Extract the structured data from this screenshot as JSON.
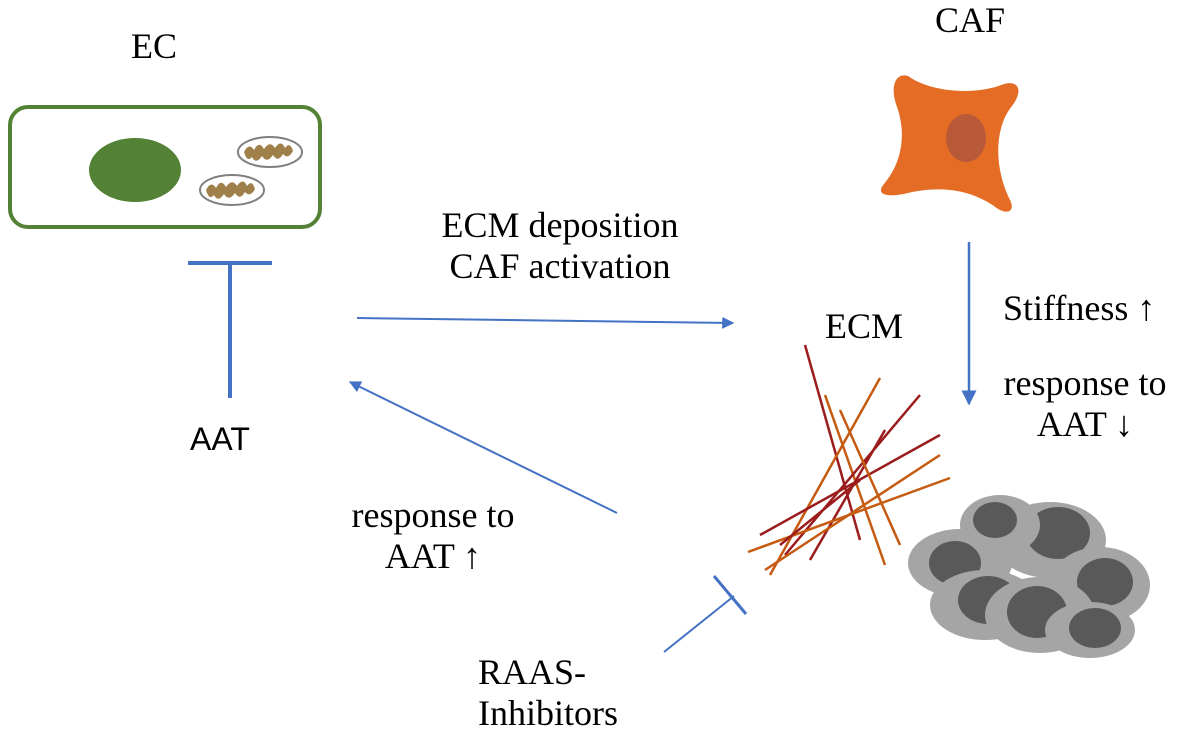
{
  "labels": {
    "ec": "EC",
    "caf": "CAF",
    "ecm": "ECM",
    "aat": "AAT",
    "top_arrow_line1": "ECM deposition",
    "top_arrow_line2": "CAF activation",
    "stiffness": "Stiffness ↑",
    "response_down_line1": "response to",
    "response_down_line2": "AAT ↓",
    "response_up_line1": "response to",
    "response_up_line2": "AAT ↑",
    "raas_line1": "RAAS-",
    "raas_line2": "Inhibitors"
  },
  "colors": {
    "arrow": "#4472c4",
    "ec_border": "#548235",
    "ec_nucleus": "#538135",
    "mitochondria": "#a0804a",
    "caf_body": "#e46c24",
    "caf_nucleus": "#b8593a",
    "tumor_outer": "#a5a5a5",
    "tumor_inner": "#595959",
    "fiber_dark": "#9b1c1c",
    "fiber_orange": "#c55a11"
  },
  "icons": {
    "endothelial_cell": "endothelial-cell-icon",
    "mitochondria": "mitochondria-icon",
    "fibroblast": "caf-cell-icon",
    "ecm_fibers": "ecm-fibers-icon",
    "tumor_cells": "tumor-cells-icon"
  }
}
